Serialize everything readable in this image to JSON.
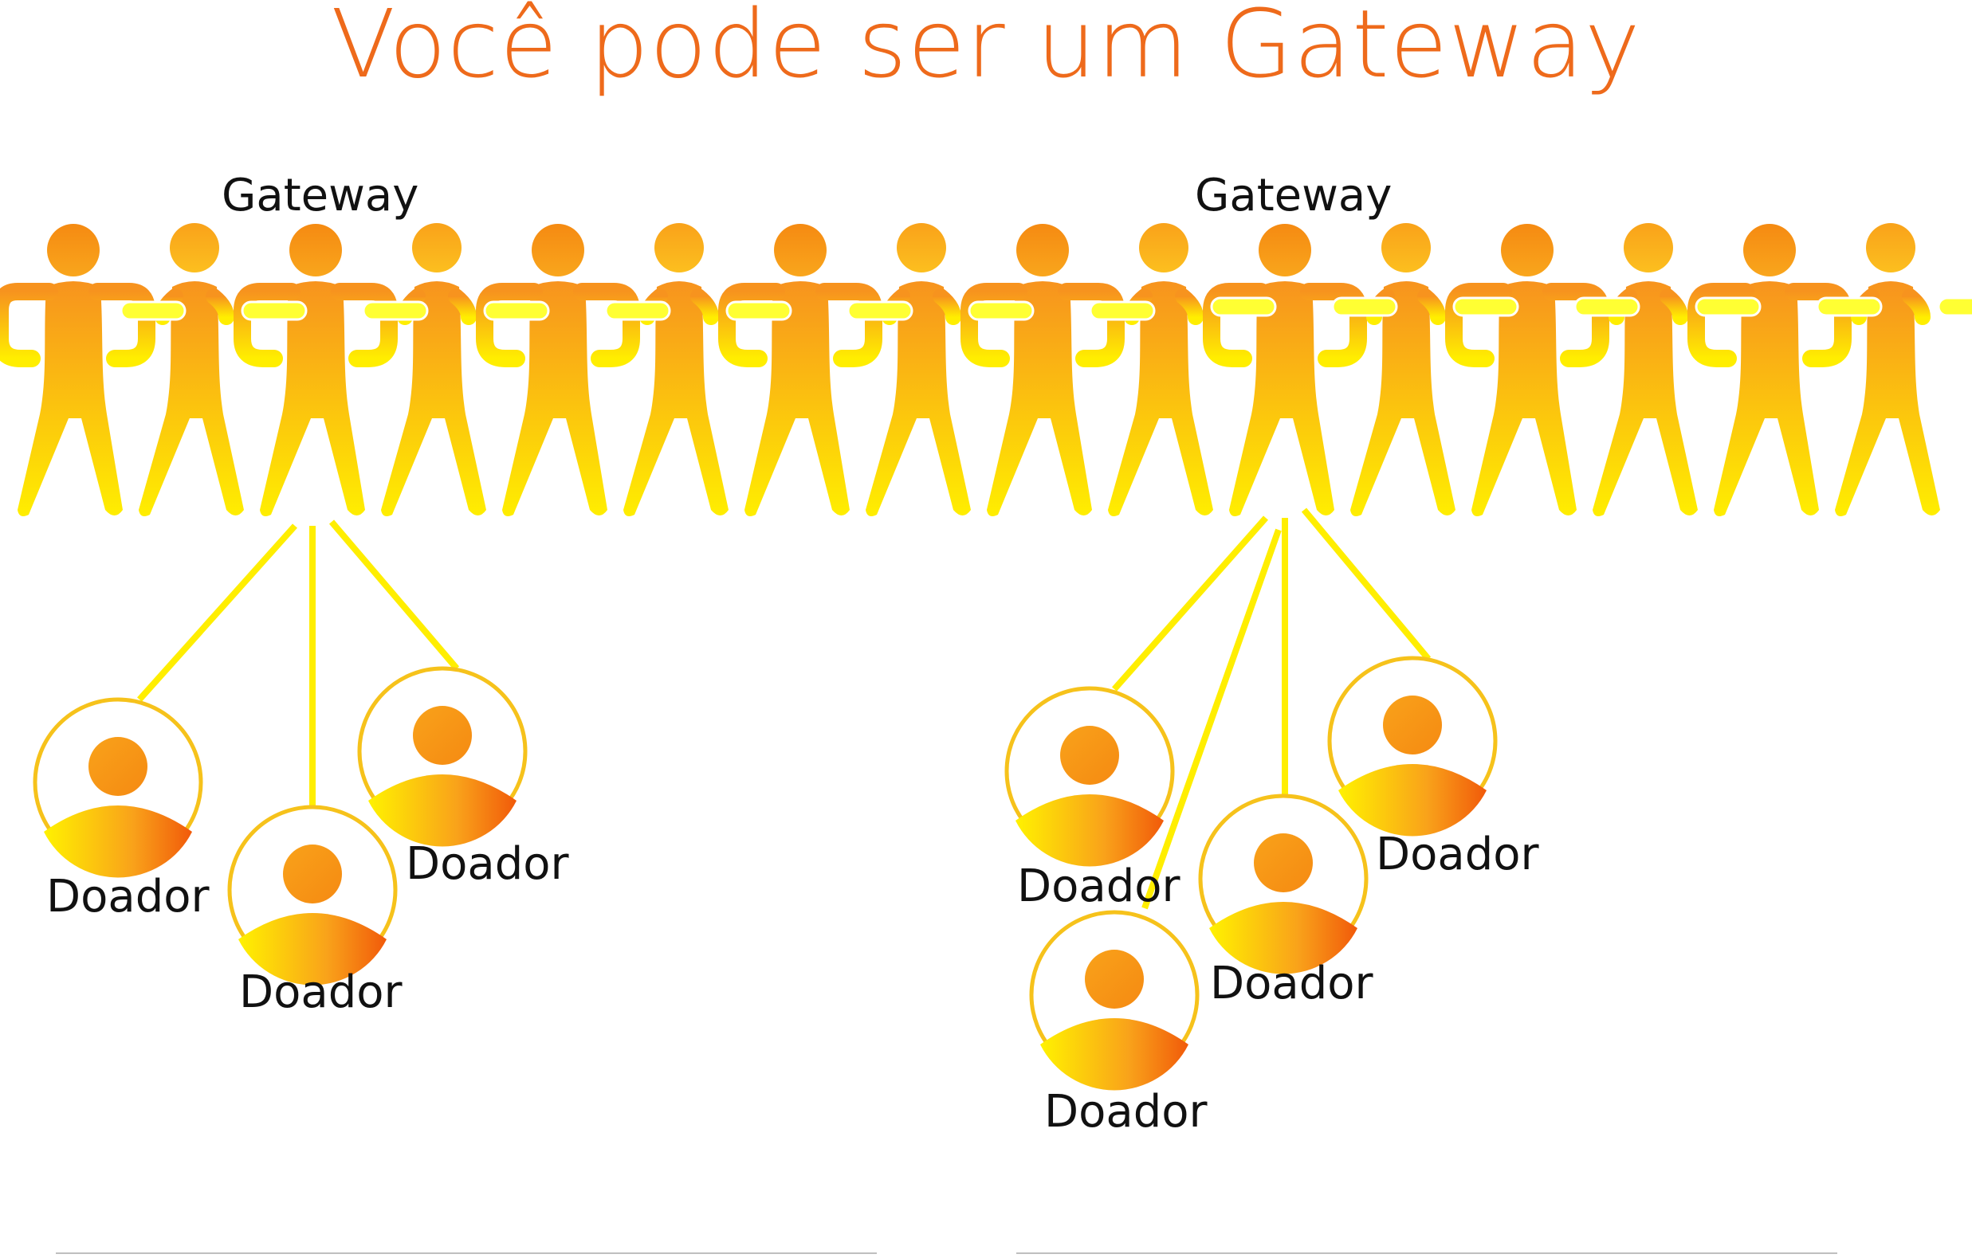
{
  "title": "Você pode ser um Gateway",
  "gateways": [
    {
      "label": "Gateway"
    },
    {
      "label": "Gateway"
    }
  ],
  "donors": [
    {
      "label": "Doador"
    },
    {
      "label": "Doador"
    },
    {
      "label": "Doador"
    },
    {
      "label": "Doador"
    },
    {
      "label": "Doador"
    },
    {
      "label": "Doador"
    },
    {
      "label": "Doador"
    }
  ],
  "colors": {
    "title": "#ee6a1b",
    "figure_top": "#f7931e",
    "figure_bottom": "#ffe600",
    "link": "#ffff33",
    "donor_ring": "#f6c21b",
    "divider": "#bfbfbf"
  }
}
